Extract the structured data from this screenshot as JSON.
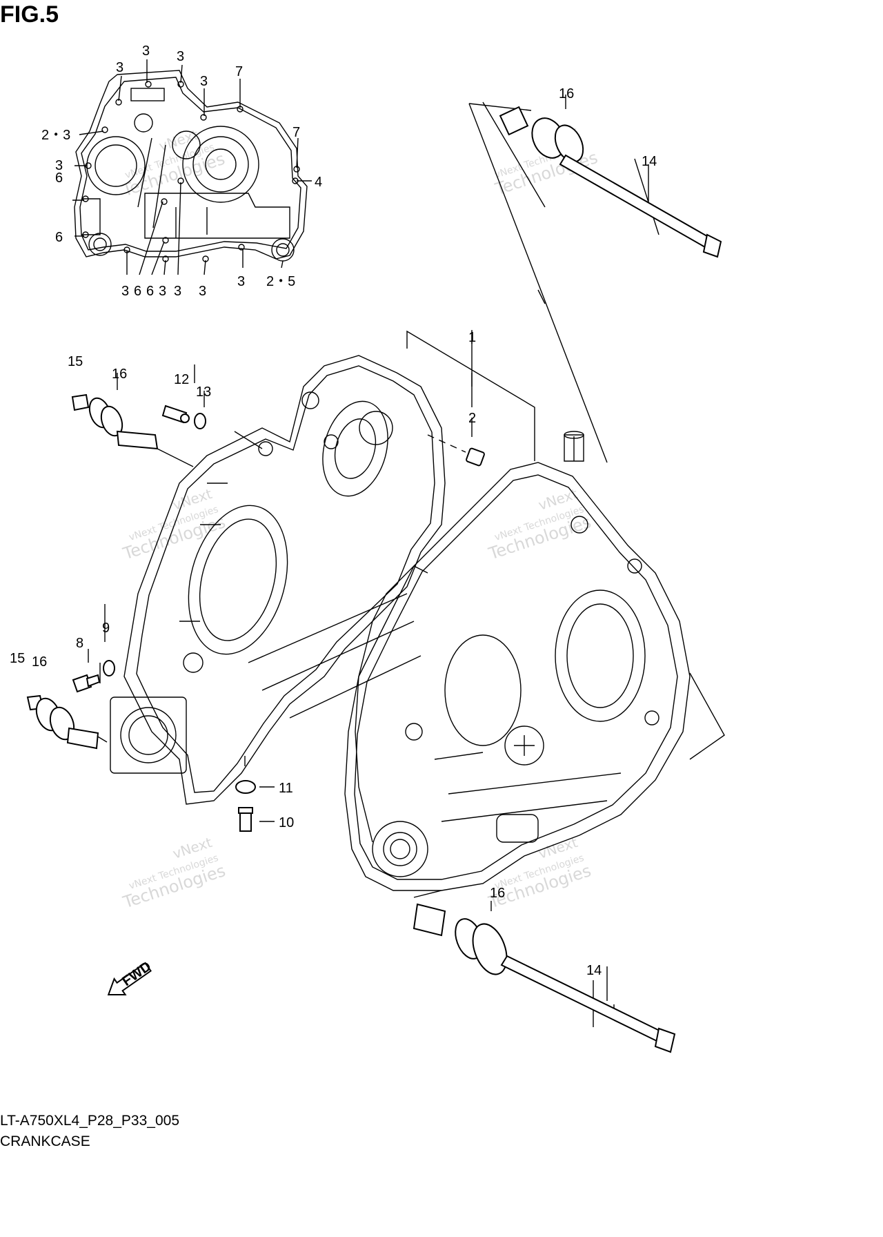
{
  "figure": {
    "title": "FIG.5",
    "code": "LT-A750XL4_P28_P33_005",
    "name": "CRANKCASE"
  },
  "watermark": {
    "line1": "vNext",
    "line2": "vNext Technologies",
    "line3": "Technologies"
  },
  "fwd_label": "FWD",
  "inset_callouts": {
    "c_3a": "3",
    "c_3b": "3",
    "c_3c": "3",
    "c_3d": "3",
    "c_7a": "7",
    "c_23": "2・3",
    "c_7b": "7",
    "c_3e": "3",
    "c_6a": "6",
    "c_4": "4",
    "c_6b": "6",
    "c_3f": "3",
    "c_6c": "6",
    "c_6d": "6",
    "c_3g": "3",
    "c_3h": "3",
    "c_3i": "3",
    "c_3j": "3",
    "c_25": "2・5"
  },
  "main_callouts": {
    "c_16_top": "16",
    "c_14_top": "14",
    "c_1": "1",
    "c_2": "2",
    "c_15_a": "15",
    "c_16_a": "16",
    "c_12": "12",
    "c_13": "13",
    "c_8": "8",
    "c_9": "9",
    "c_15_b": "15",
    "c_16_b": "16",
    "c_11": "11",
    "c_10": "10",
    "c_16_bottom": "16",
    "c_14_bottom": "14"
  }
}
